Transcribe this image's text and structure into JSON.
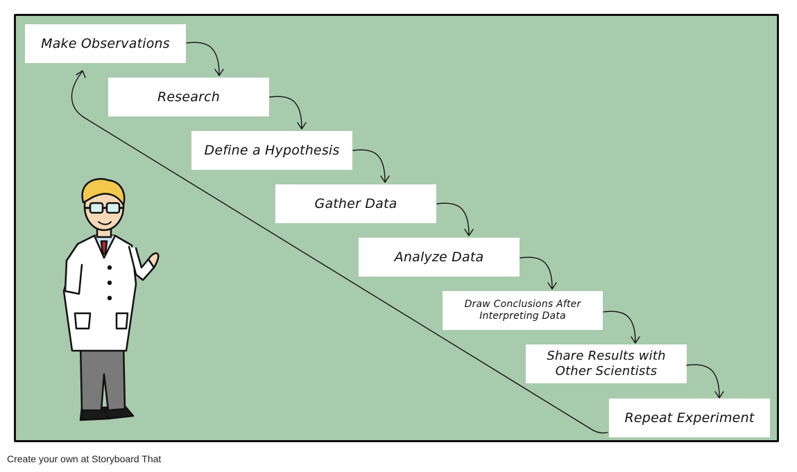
{
  "steps": [
    "Make Observations",
    "Research",
    "Define a Hypothesis",
    "Gather Data",
    "Analyze Data",
    "Draw Conclusions After Interpreting Data",
    "Share Results with Other Scientists",
    "Repeat Experiment"
  ],
  "footer": "Create your own at Storyboard That",
  "colors": {
    "panel_background": "#a9cbad",
    "box_background": "#ffffff",
    "line": "#111111"
  },
  "figure": {
    "character": "scientist-in-lab-coat"
  }
}
